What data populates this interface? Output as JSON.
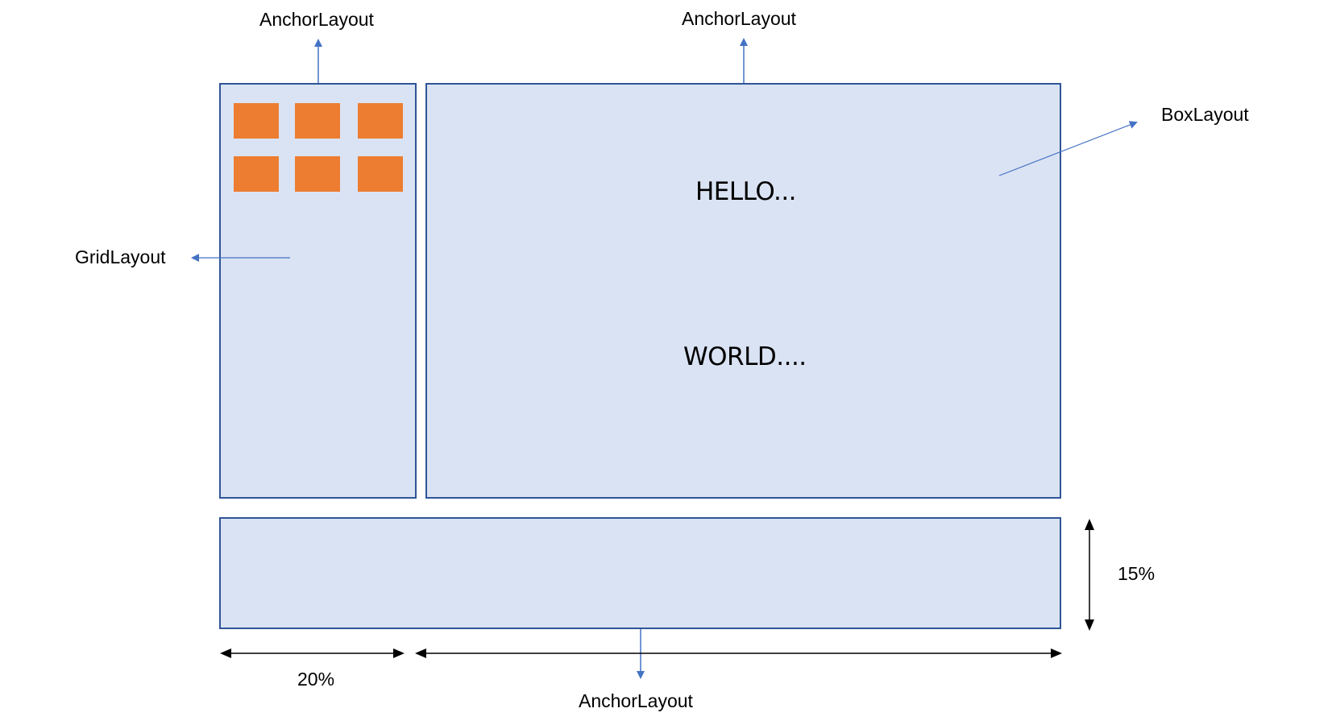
{
  "diagram": {
    "labels": {
      "anchor_top_left": "AnchorLayout",
      "anchor_top_center": "AnchorLayout",
      "anchor_bottom": "AnchorLayout",
      "box_layout": "BoxLayout",
      "grid_layout": "GridLayout",
      "width_percent": "20%",
      "height_percent": "15%"
    },
    "main_panel": {
      "line1": "HELLO...",
      "line2": "WORLD...."
    },
    "grid": {
      "rows": 2,
      "cols": 3
    },
    "colors": {
      "panel_fill": "#dae3f3",
      "panel_border": "#2f5597",
      "grid_cell": "#ed7d31",
      "connector": "#4472c4",
      "dimension": "#000000"
    }
  }
}
